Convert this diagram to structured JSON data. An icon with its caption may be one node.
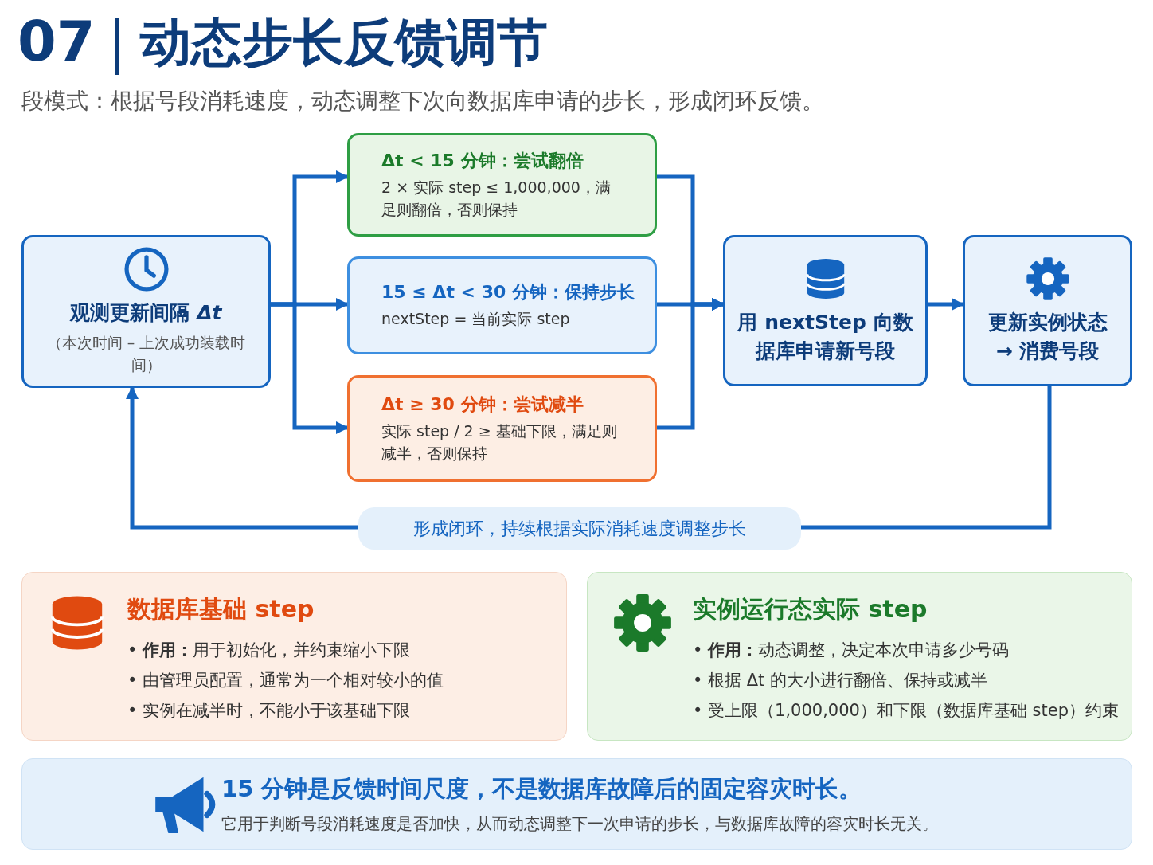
{
  "diagram": {
    "title": "动态步长反馈调节",
    "nodes": [
      {
        "text": [
          "观测更新间隔 *Δt*",
          "（本次时间 – 上次成功装载时间）"
        ]
      },
      {
        "text": [
          "Δt < 15 分钟：尝试翻倍",
          "2 × 实际 step ≤ 1,000,000，满足则翻倍，否则保持"
        ]
      },
      {
        "text": [
          "15 ≤ Δt < 30 分钟：保持步长",
          "nextStep = 当前实际 step"
        ]
      },
      {
        "text": [
          "Δt ≥ 30 分钟：尝试减半",
          "实际 step / 2 ≥ 基础下限，满足则减半，否则保持"
        ]
      },
      {
        "text": [
          "用 nextStep 向数据库申请新号段"
        ]
      },
      {
        "text": [
          "更新实例状态 → 消费号段"
        ]
      },
      {
        "text": [
          "数据库基础 step",
          "•  **作用：**用于初始化，并约束缩小下限",
          "•  由管理员配置，通常为一个相对较小的值",
          "•  实例在减半时，不能小于该基础下限"
        ]
      },
      {
        "text": [
          "实例运行态实际 step",
          "•  **作用：**动态调整，决定本次申请多少号码",
          "•  根据 Δt 的大小进行翻倍、保持或减半",
          "•  受上限（1,000,000）和下限（数据库基础 step）约束"
        ]
      },
      {
        "text": [
          "15 分钟是反馈时间尺度，不是数据库故障后的固定容灾时长。",
          "它用于判断号段消耗速度是否加快，从而动态调整下一次申请的步长，与数据库故障的容灾时长无关。"
        ]
      }
    ],
    "edges": [
      {
        "from": 0,
        "to": 1,
        "arrow": "to"
      },
      {
        "from": 0,
        "to": 2,
        "arrow": "to"
      },
      {
        "from": 0,
        "to": 3,
        "arrow": "to"
      },
      {
        "from": 1,
        "to": 4,
        "arrow": "to"
      },
      {
        "from": 2,
        "to": 4,
        "arrow": "to"
      },
      {
        "from": 3,
        "to": 4,
        "arrow": "to"
      },
      {
        "from": 4,
        "to": 5,
        "arrow": "to"
      },
      {
        "from": 5,
        "to": 0,
        "arrow": "to",
        "label": "形成闭环，持续根据实际消耗速度调整步长"
      }
    ],
    "labels": [
      "07",
      "段模式：根据号段消耗速度，动态调整下次向数据库申请的步长，形成闭环反馈。"
    ]
  }
}
